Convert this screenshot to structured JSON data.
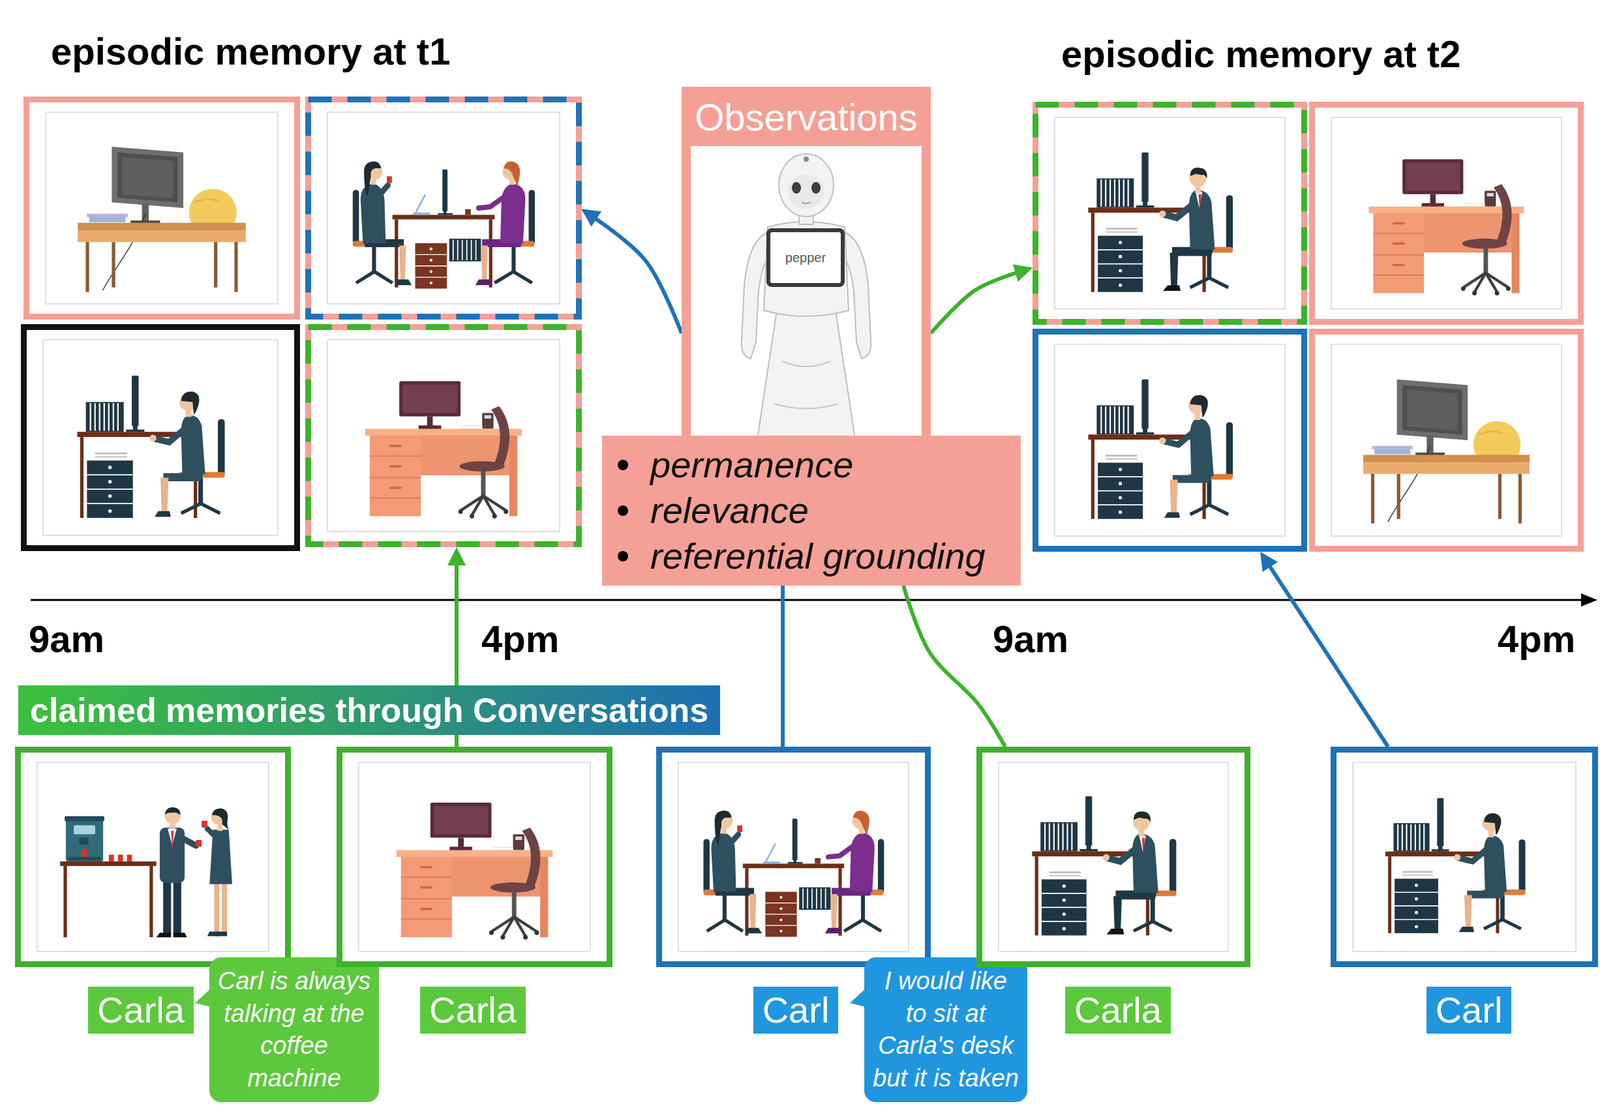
{
  "diagram": {
    "nodes": [
      {
        "text": [
          "episodic memory at t1"
        ]
      },
      {
        "text": [],
        "in": 0
      },
      {
        "text": [],
        "in": 0
      },
      {
        "text": [],
        "in": 0
      },
      {
        "text": [],
        "in": 0
      },
      {
        "text": [
          "Observations"
        ]
      },
      {
        "text": [
          "permanence",
          "relevance",
          "referential grounding"
        ]
      },
      {
        "text": [
          "episodic memory at t2"
        ]
      },
      {
        "text": [],
        "in": 7
      },
      {
        "text": [],
        "in": 7
      },
      {
        "text": [],
        "in": 7
      },
      {
        "text": [],
        "in": 7
      },
      {
        "text": [
          "claimed memories through Conversations"
        ]
      },
      {
        "text": [
          "Carla"
        ]
      },
      {
        "text": [
          "Carl is always talking at the coffee machine"
        ]
      },
      {
        "text": [
          "Carla"
        ]
      },
      {
        "text": [
          "Carl"
        ]
      },
      {
        "text": [
          "I would like to sit at Carla's desk but it is taken"
        ]
      },
      {
        "text": [
          "Carla"
        ]
      },
      {
        "text": [
          "Carl"
        ]
      }
    ],
    "edges": [
      {
        "from": 5,
        "to": 2,
        "arrow": "to"
      },
      {
        "from": 5,
        "to": 8,
        "arrow": "to"
      },
      {
        "from": 12,
        "to": 4,
        "arrow": "to"
      },
      {
        "from": 15,
        "to": 12,
        "arrow": "none"
      },
      {
        "from": 16,
        "to": 6,
        "arrow": "none"
      },
      {
        "from": 6,
        "to": 18,
        "arrow": "none"
      },
      {
        "from": 19,
        "to": 10,
        "arrow": "to"
      }
    ],
    "labels": [
      "9am",
      "4pm",
      "9am",
      "4pm",
      "pepper"
    ]
  }
}
